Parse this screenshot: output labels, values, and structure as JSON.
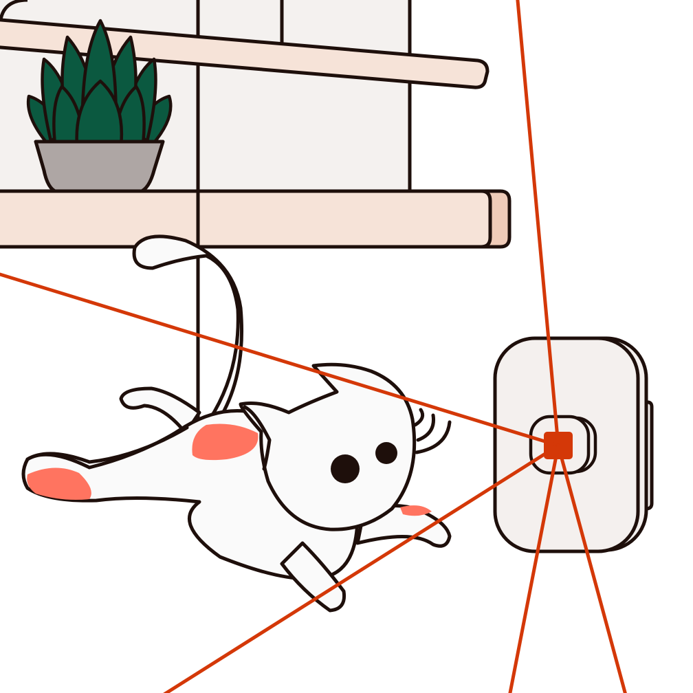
{
  "scene": {
    "description_elements": [
      "shelf",
      "window-frame",
      "succulent-plant",
      "cat",
      "laser-device",
      "laser-beams"
    ]
  },
  "colors": {
    "outline": "#1e0f0b",
    "background": "#ffffff",
    "window_panel": "#f4f1ef",
    "shelf": "#f6e3d8",
    "shelf_edge": "#efcbb8",
    "leaf": "#0b5940",
    "pot": "#aea6a4",
    "cat_body": "#fafafa",
    "cat_patch": "#ff7460",
    "device_body": "#f4f0ee",
    "laser": "#d43808"
  },
  "icons": {
    "plant": "succulent-icon",
    "cat": "cat-icon",
    "device": "laser-pointer-icon"
  }
}
